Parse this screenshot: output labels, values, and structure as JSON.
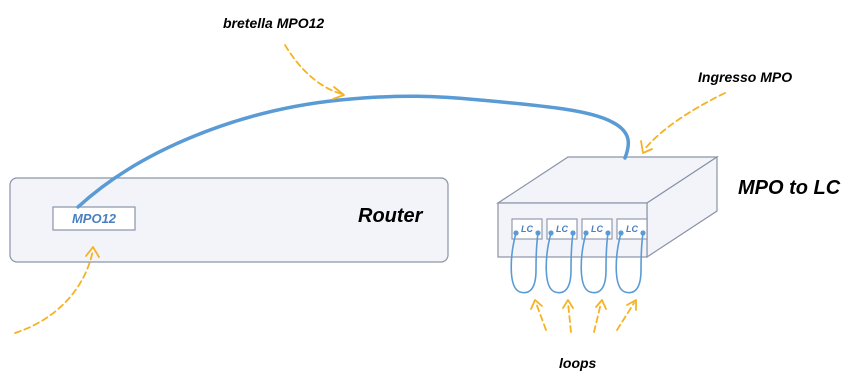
{
  "labels": {
    "cable": "bretella MPO12",
    "input": "Ingresso MPO",
    "device_router": "Router",
    "device_converter": "MPO to LC",
    "port_mpo": "MPO12",
    "loops": "loops"
  },
  "lc_ports": [
    "LC",
    "LC",
    "LC",
    "LC"
  ],
  "colors": {
    "fiber": "#5b9bd5",
    "arrow": "#f5b324",
    "box_fill": "#f2f4f9",
    "box_stroke": "#8a93a8",
    "port_text": "#4a7fc0"
  }
}
